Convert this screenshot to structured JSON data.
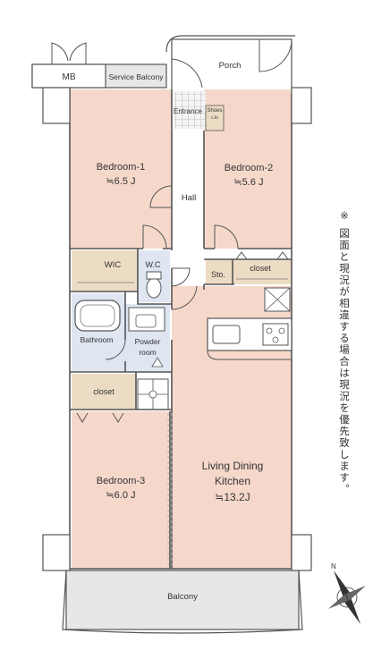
{
  "note": "※ 図面と現況が相違する場合は現況を優先致します。",
  "compass": {
    "label": "N"
  },
  "rooms": {
    "mb": "MB",
    "service_balcony": "Service Balcony",
    "porch": "Porch",
    "entrance": "Entrance",
    "shoes": "Shoes",
    "shoes_sub": "c.lo",
    "bedroom1": {
      "name": "Bedroom-1",
      "size": "≒6.5 J"
    },
    "bedroom2": {
      "name": "Bedroom-2",
      "size": "≒5.6 J"
    },
    "bedroom3": {
      "name": "Bedroom-3",
      "size": "≒6.0 J"
    },
    "ldk": {
      "line1": "Living Dining",
      "line2": "Kitchen",
      "size": "≒13.2J"
    },
    "hall": "Hall",
    "wic": "WIC",
    "wc": "W.C",
    "sto": "Sto.",
    "closet2": "closet",
    "bathroom": "Bathroom",
    "powder1": "Powder",
    "powder2": "room",
    "closet3": "closet",
    "balcony": "Balcony"
  },
  "colors": {
    "bedroom": "#f6d8cb",
    "wet": "#dfe6f2",
    "closet": "#eddcc4",
    "balcony": "#e7e7e7",
    "wall": "#555555"
  }
}
